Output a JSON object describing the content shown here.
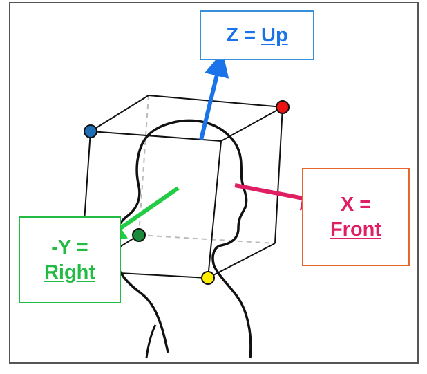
{
  "axes": {
    "z": {
      "prefix": "Z =",
      "word": "Up",
      "color": "#1a73e8"
    },
    "x": {
      "prefix": "X =",
      "word": "Front",
      "color": "#e01e63"
    },
    "y": {
      "prefix": "-Y =",
      "word": "Right",
      "color": "#22bb44"
    }
  },
  "markers": {
    "top_left_color": "#1f6fb5",
    "top_right_color": "#ee1111",
    "bottom_left_color": "#1a8a3a",
    "bottom_front_color": "#ffee00"
  }
}
